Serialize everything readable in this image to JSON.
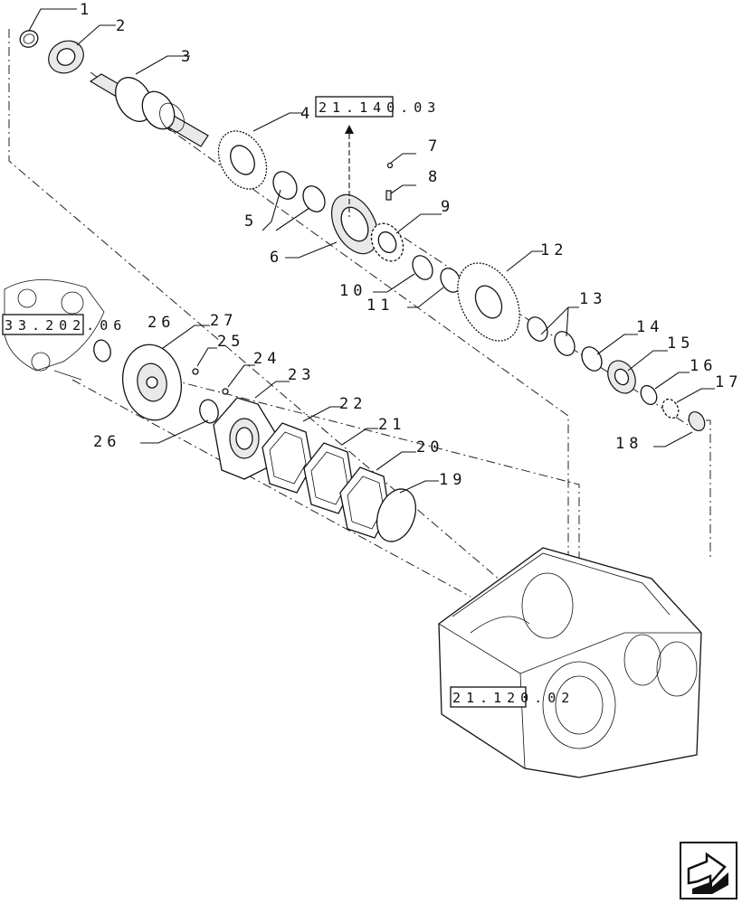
{
  "parts": {
    "p1": "1",
    "p2": "2",
    "p3": "3",
    "p4": "4",
    "p5": "5",
    "p6": "6",
    "p7": "7",
    "p8": "8",
    "p9": "9",
    "p10": "10",
    "p11": "11",
    "p12": "12",
    "p13": "13",
    "p14": "14",
    "p15": "15",
    "p16": "16",
    "p17": "17",
    "p18": "18",
    "p19": "19",
    "p20": "20",
    "p21": "21",
    "p22": "22",
    "p23": "23",
    "p24": "24",
    "p25": "25",
    "p26a": "26",
    "p26b": "26",
    "p27": "27"
  },
  "refs": {
    "top": "21.140.03",
    "left": "33.202.06",
    "housing": "21.120.02"
  },
  "nav": {
    "icon": "next-page-arrow-icon"
  }
}
